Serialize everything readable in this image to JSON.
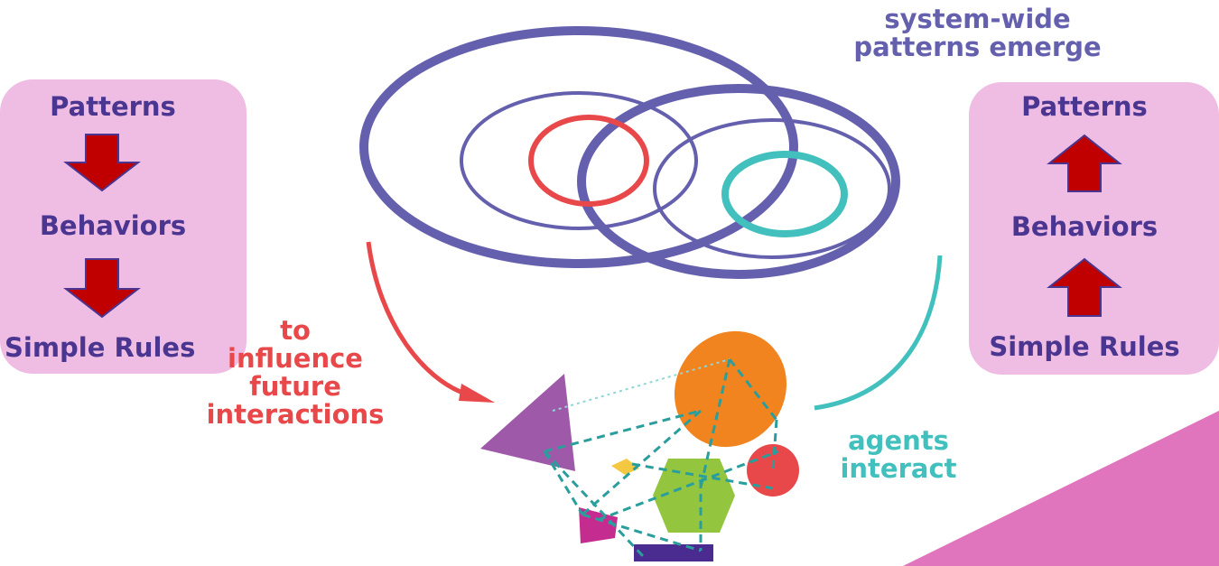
{
  "left_stack": {
    "top": "Patterns",
    "middle": "Behaviors",
    "bottom": "Simple Rules"
  },
  "right_stack": {
    "top": "Patterns",
    "middle": "Behaviors",
    "bottom": "Simple Rules"
  },
  "annotations": {
    "emerge_line1": "system-wide",
    "emerge_line2": "patterns emerge",
    "influence_line1": "to",
    "influence_line2": "influence",
    "influence_line3": "future",
    "influence_line4": "interactions",
    "interact_line1": "agents",
    "interact_line2": "interact"
  },
  "colors": {
    "panel": "#efbde3",
    "label_text": "#4a3590",
    "arrow": "#c00000",
    "ring_purple": "#6560ae",
    "ring_red": "#e8484a",
    "ring_teal": "#41c0bd",
    "influence_text": "#e8484a",
    "interact_text": "#41c0bd",
    "corner_triangle": "#e075bd"
  }
}
